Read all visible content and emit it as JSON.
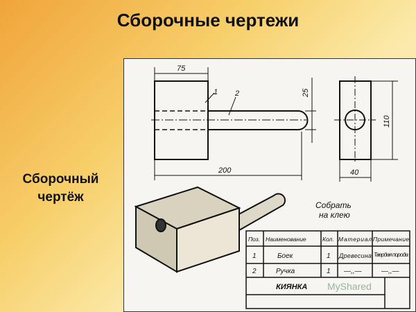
{
  "slide": {
    "title": "Сборочные чертежи",
    "side_label": "Сборочный чертёж"
  },
  "drawing": {
    "dims": {
      "width": "75",
      "rod": "25",
      "height": "110",
      "length": "200",
      "depth": "40"
    },
    "callouts": [
      "1",
      "2"
    ],
    "note": [
      "Собрать",
      "на клею"
    ],
    "table": {
      "headers": [
        "Поз.",
        "Наименование",
        "Кол.",
        "Материал",
        "Примечание"
      ],
      "rows": [
        [
          "1",
          "Боек",
          "1",
          "Древесина",
          "Твердая порода"
        ],
        [
          "2",
          "Ручка",
          "1",
          "—,,—",
          "—,,—"
        ]
      ],
      "title": "КИЯНКА"
    },
    "watermark": "MyShared"
  }
}
